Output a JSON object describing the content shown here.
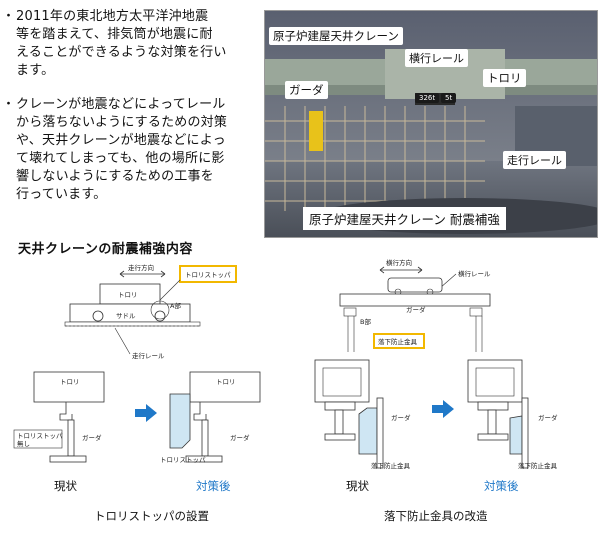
{
  "bullets": [
    "2011年の東北地方太平洋沖地震\n等を踏まえて、排気筒が地震に耐\nえることができるような対策を行い\nます。",
    "クレーンが地震などによってレール\nから落ちないようにするための対策\nや、天井クレーンが地震などによっ\nて壊れてしまっても、他の場所に影\n響しないようにするための工事を\n行っています。"
  ],
  "bullet_mark": "・",
  "photo": {
    "title": "原子炉建屋天井クレーン",
    "label_rail_lateral": "横行レール",
    "label_girder": "ガーダ",
    "label_trolley": "トロリ",
    "label_rail_travel": "走行レール",
    "caption": "原子炉建屋天井クレーン 耐震補強",
    "sign_text": "326t",
    "sign_text2": "5t"
  },
  "section_title": "天井クレーンの耐震補強内容",
  "diagram_left": {
    "direction": "走行方向",
    "stopper_label": "トロリストッパ",
    "trolley": "トロリ",
    "saddle": "サドル",
    "part_a": "A部",
    "rail": "走行レール"
  },
  "diagram_right": {
    "direction": "横行方向",
    "rail": "横行レール",
    "girder": "ガーダ",
    "part_b": "B部",
    "fall_prevention": "落下防止金具"
  },
  "detail_left": {
    "trolley": "トロリ",
    "stopper_tag": "トロリストッパ\n無し",
    "girder": "ガーダ",
    "stopper": "トロリストッパ"
  },
  "detail_right": {
    "girder": "ガーダ",
    "fall_prevention": "落下防止金具"
  },
  "captions": {
    "current": "現状",
    "after": "対策後",
    "left_title": "トロリストッパの設置",
    "right_title": "落下防止金具の改造"
  },
  "colors": {
    "accent_blue": "#1f78c8",
    "highlight_yellow": "#f2b800",
    "part_fill": "#cfe6f3"
  }
}
